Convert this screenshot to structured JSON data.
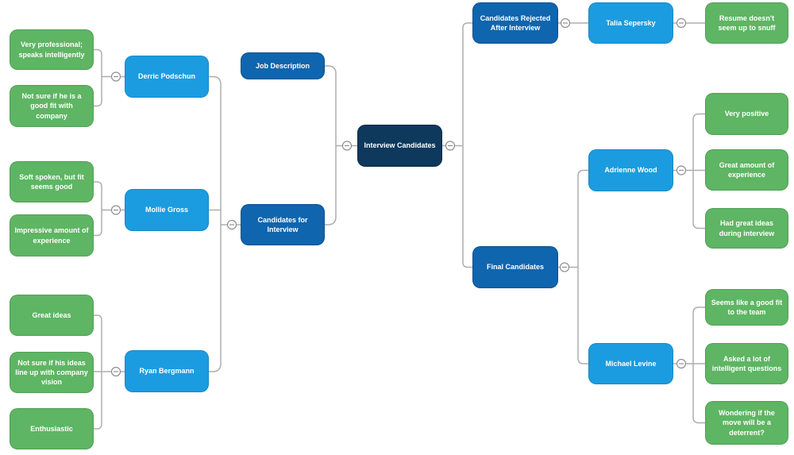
{
  "diagram": {
    "root": {
      "label": "Interview Candidates"
    },
    "left_branch": {
      "job_description": {
        "label": "Job Description"
      },
      "candidates_for_interview": {
        "label": "Candidates for Interview",
        "candidates": [
          {
            "name": "Derric Podschun",
            "notes": [
              "Very professional; speaks intelligently",
              "Not sure if he is a good fit with company"
            ]
          },
          {
            "name": "Mollie Gross",
            "notes": [
              "Soft spoken, but fit seems good",
              "Impressive amount of experience"
            ]
          },
          {
            "name": "Ryan Bergmann",
            "notes": [
              "Great ideas",
              "Not sure if his ideas line up with company vision",
              "Enthusiastic"
            ]
          }
        ]
      }
    },
    "right_branch": {
      "candidates_rejected": {
        "label": "Candidates Rejected After Interview",
        "candidates": [
          {
            "name": "Talia Sepersky",
            "notes": [
              "Resume doesn't seem up to snuff"
            ]
          }
        ]
      },
      "final_candidates": {
        "label": "Final Candidates",
        "candidates": [
          {
            "name": "Adrienne Wood",
            "notes": [
              "Very positive",
              "Great amount of experience",
              "Had great ideas during interview"
            ]
          },
          {
            "name": "Michael Levine",
            "notes": [
              "Seems like a good fit to the team",
              "Asked a lot of intelligent questions",
              "Wondering if the move will be a deterrent?"
            ]
          }
        ]
      }
    },
    "colors": {
      "root_node": "#0e395d",
      "branch_node": "#0f65ae",
      "person_node": "#1b9ce0",
      "note_node": "#5eb563",
      "connector": "#aeaeae",
      "connector_dark": "#8f8f8f"
    },
    "icons": {
      "collapse": "minus-circle"
    }
  }
}
